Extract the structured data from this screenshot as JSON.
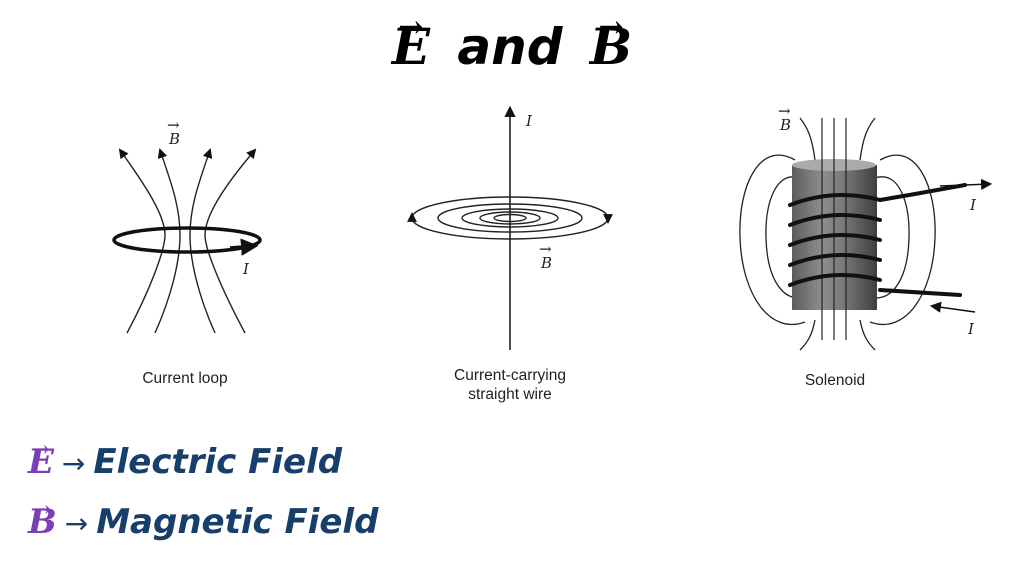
{
  "title": {
    "e_symbol": "E",
    "connector": "and",
    "b_symbol": "B"
  },
  "diagrams": {
    "current_loop": {
      "caption": "Current loop",
      "field_label": "B",
      "current_label": "I"
    },
    "straight_wire": {
      "caption_line1": "Current-carrying",
      "caption_line2": "straight wire",
      "field_label": "B",
      "current_label": "I"
    },
    "solenoid": {
      "caption": "Solenoid",
      "field_label": "B",
      "current_in_label": "I",
      "current_out_label": "I"
    }
  },
  "legend": [
    {
      "symbol": "E",
      "arrow": "→",
      "label": "Electric Field"
    },
    {
      "symbol": "B",
      "arrow": "→",
      "label": "Magnetic Field"
    }
  ],
  "colors": {
    "legend_symbol": "#7a3fb6",
    "legend_text": "#173f6b"
  }
}
